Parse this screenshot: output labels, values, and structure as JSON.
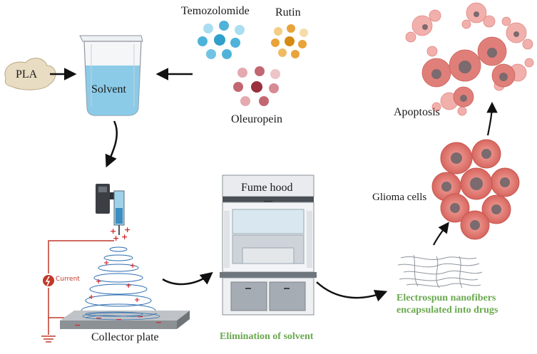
{
  "labels": {
    "pla": "PLA",
    "solvent": "Solvent",
    "temozolomide": "Temozolomide",
    "rutin": "Rutin",
    "oleuropein": "Oleuropein",
    "apoptosis": "Apoptosis",
    "glioma_cells": "Glioma cells",
    "fume_hood": "Fume hood",
    "current": "Current",
    "collector_plate": "Collector plate",
    "elimination": "Elimination of solvent",
    "nanofibers_line1": "Electrospun nanofibers",
    "nanofibers_line2": "encapsulated into drugs"
  },
  "colors": {
    "temozolomide": "#4fb3d9",
    "rutin": "#e8a33a",
    "oleuropein": "#b5505e",
    "solvent": "#7fc7e6",
    "cells": "#e58b85",
    "green_text": "#6aa84f",
    "wire": "#c0392b",
    "fiber": "#2b6cb0"
  }
}
